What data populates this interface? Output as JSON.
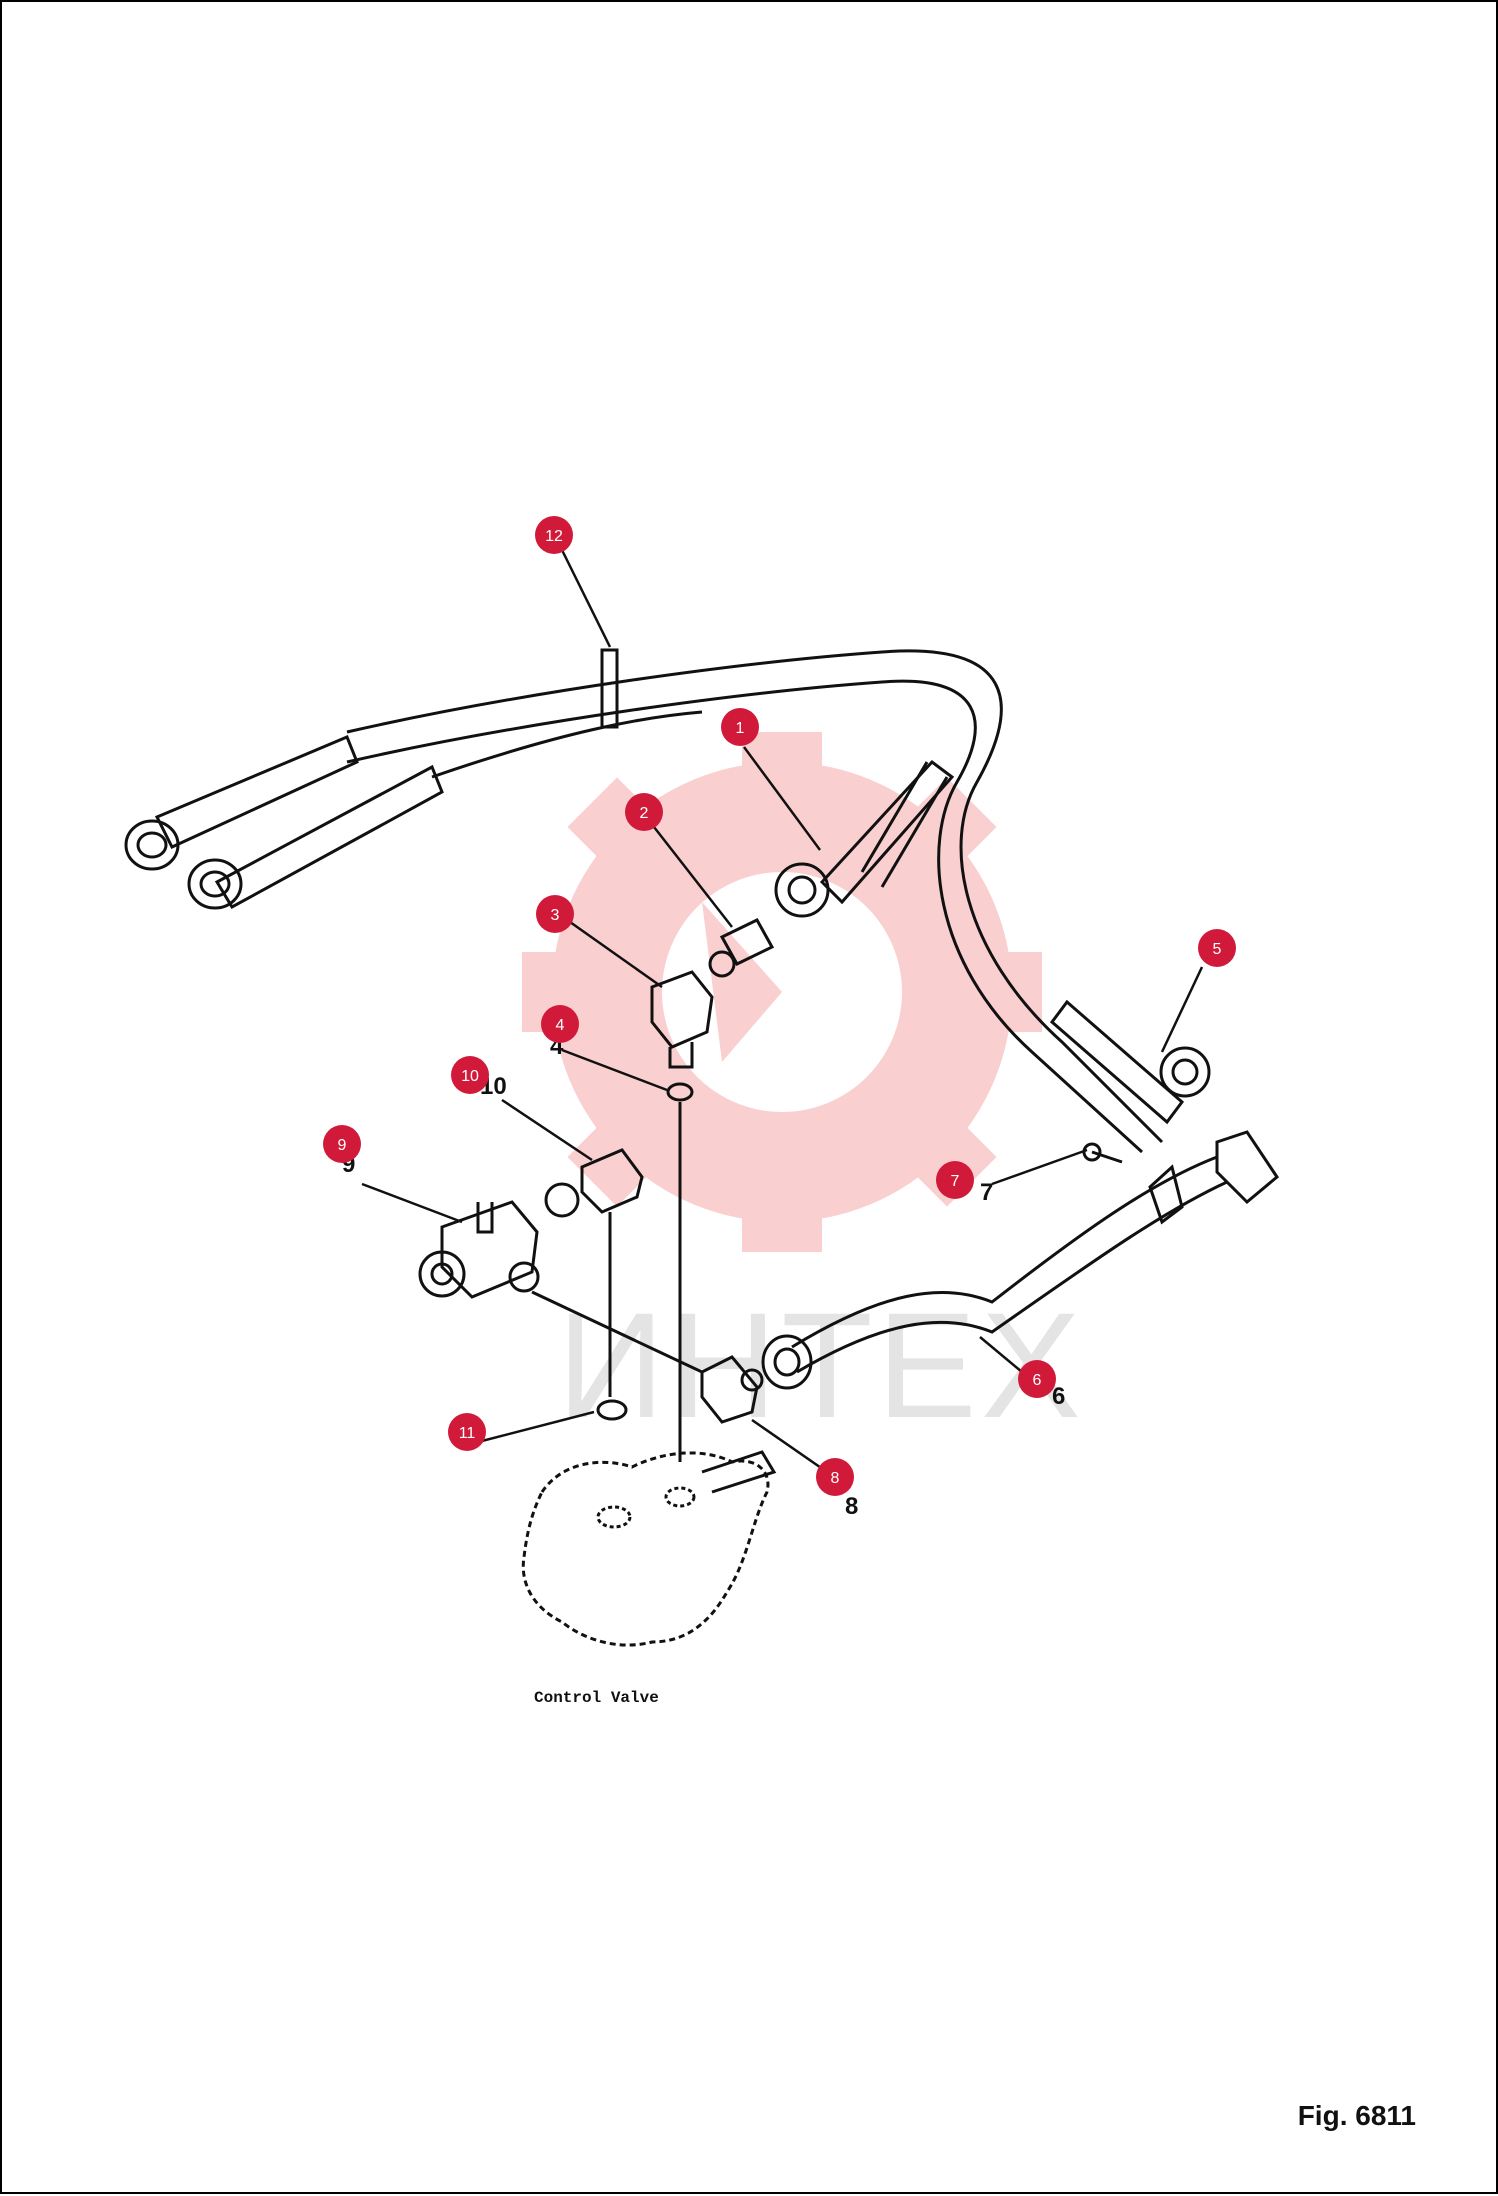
{
  "figure": {
    "label": "Fig. 6811",
    "caption": "Control Valve"
  },
  "watermark": {
    "text": "ИНТЕХ",
    "gear_color": "#f6a8a8",
    "text_color": "#c8c8c8"
  },
  "colors": {
    "callout": "#d11a3a",
    "line": "#111111"
  },
  "callouts": [
    {
      "id": 1,
      "label": "1"
    },
    {
      "id": 2,
      "label": "2"
    },
    {
      "id": 3,
      "label": "3"
    },
    {
      "id": 4,
      "label": "4"
    },
    {
      "id": 5,
      "label": "5"
    },
    {
      "id": 6,
      "label": "6"
    },
    {
      "id": 7,
      "label": "7"
    },
    {
      "id": 8,
      "label": "8"
    },
    {
      "id": 9,
      "label": "9"
    },
    {
      "id": 10,
      "label": "10"
    },
    {
      "id": 11,
      "label": "11"
    },
    {
      "id": 12,
      "label": "12"
    }
  ],
  "printed_numbers": {
    "n4": "4",
    "n6": "6",
    "n7": "7",
    "n8": "8",
    "n9": "9",
    "n10": "10"
  }
}
